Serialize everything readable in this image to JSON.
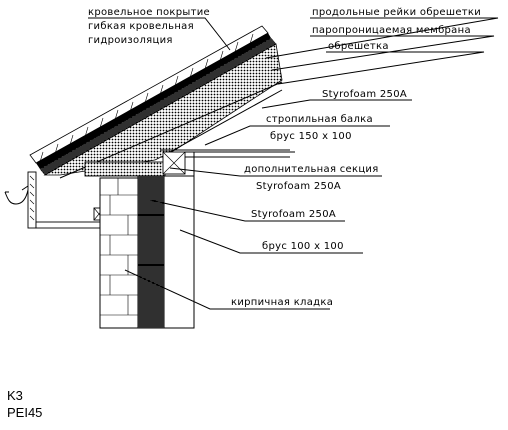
{
  "labels": {
    "roof_covering": "кровельное покрытие",
    "membrane_1": "гибкая кровельная",
    "membrane_2": "гидроизоляция",
    "battens": "продольные рейки обрешетки",
    "vapor_membrane": "паропроницаемая мембрана",
    "sheathing": "обрешетка",
    "styrofoam_top": "Styrofoam 250A",
    "rafter": "стропильная балка",
    "rafter_size": "брус 150 х 100",
    "extra_section": "дополнительная секция",
    "styrofoam_mid": "Styrofoam 250A",
    "styrofoam_low": "Styrofoam 250A",
    "beam_size": "брус 100 х 100",
    "brickwork": "кирпичная кладка"
  },
  "codes": {
    "line1": "K3",
    "line2": "PEI45"
  }
}
